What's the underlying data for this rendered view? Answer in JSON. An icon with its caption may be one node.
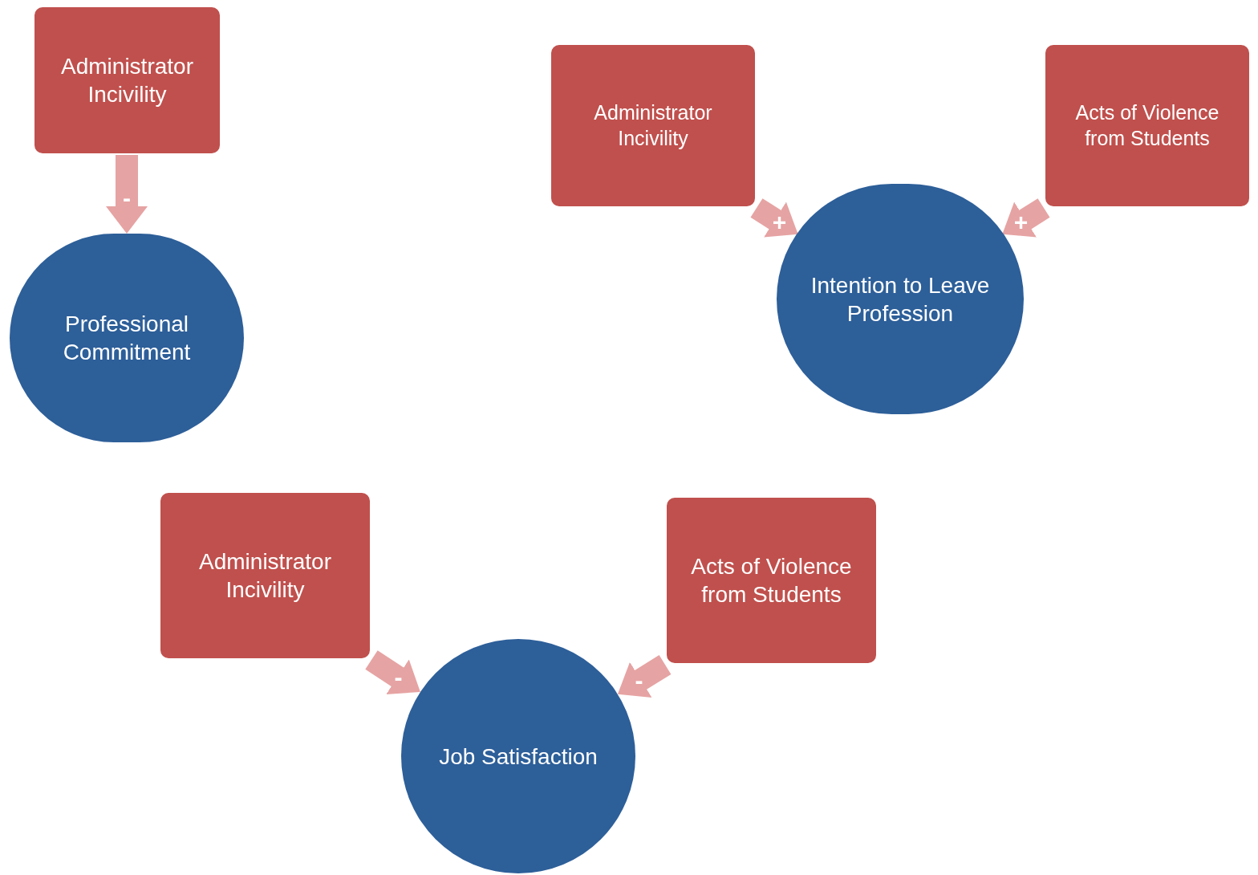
{
  "diagram": {
    "nodes": [
      {
        "text": [
          "Administrator Incivility"
        ]
      },
      {
        "text": [
          "Professional Commitment"
        ]
      },
      {
        "text": [
          "Administrator Incivility"
        ]
      },
      {
        "text": [
          "Acts of Violence from Students"
        ]
      },
      {
        "text": [
          "Intention to Leave Profession"
        ]
      },
      {
        "text": [
          "Administrator Incivility"
        ]
      },
      {
        "text": [
          "Acts of Violence from Students"
        ]
      },
      {
        "text": [
          "Job Satisfaction"
        ]
      }
    ],
    "edges": [
      {
        "from": 0,
        "to": 1,
        "arrow": "to",
        "label": "-"
      },
      {
        "from": 2,
        "to": 4,
        "arrow": "to",
        "label": "+"
      },
      {
        "from": 3,
        "to": 4,
        "arrow": "to",
        "label": "+"
      },
      {
        "from": 5,
        "to": 7,
        "arrow": "to",
        "label": "-"
      },
      {
        "from": 6,
        "to": 7,
        "arrow": "to",
        "label": "-"
      }
    ]
  }
}
